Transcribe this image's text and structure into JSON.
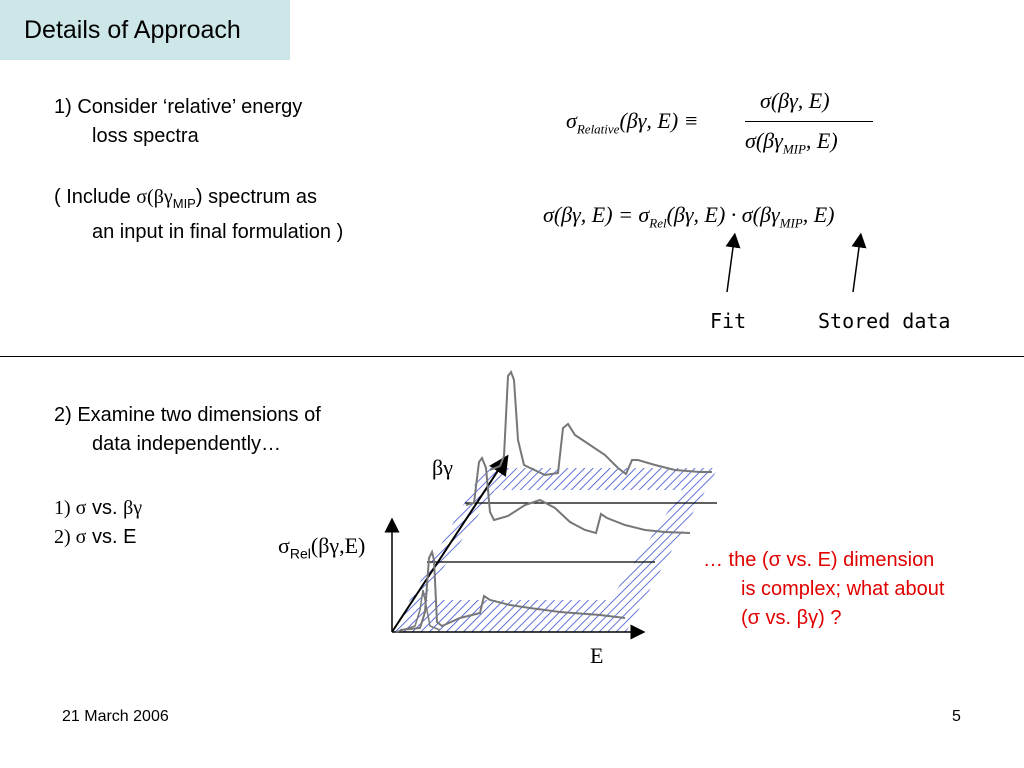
{
  "slide": {
    "title": "Details of Approach",
    "footer_date": "21 March 2006",
    "page_number": "5"
  },
  "top": {
    "point1_line1": "1) Consider ‘relative’ energy",
    "point1_line2": "loss spectra",
    "include_prefix": "( Include ",
    "include_sigma": "σ(βγ",
    "include_sub": "MIP",
    "include_suffix": ") spectrum as",
    "include_line2": "an input in final formulation )",
    "eq1_lhs_sigma": "σ",
    "eq1_lhs_sub": "Relative",
    "eq1_lhs_args": "(βγ, E) ≡",
    "eq1_num": "σ(βγ, E)",
    "eq1_den_pre": "σ(βγ",
    "eq1_den_sub": "MIP",
    "eq1_den_post": ", E)",
    "eq2_pre": "σ(βγ, E) = σ",
    "eq2_sub1": "Rel",
    "eq2_mid": "(βγ, E) · σ(βγ",
    "eq2_sub2": "MIP",
    "eq2_post": ", E)",
    "label_fit": "Fit",
    "label_stored": "Stored data"
  },
  "bottom": {
    "point2_line1": "2) Examine two dimensions of",
    "point2_line2": "data independently…",
    "item1_num": "1) ",
    "item1_sigma": "σ",
    "item1_vs": " vs. ",
    "item1_bg": "βγ",
    "item2_num": "2) ",
    "item2_sigma": "σ",
    "item2_vs": " vs. E",
    "axis_bg": "βγ",
    "axis_e": "E",
    "axis_sigma": "σ",
    "axis_sigma_sub": "Rel",
    "axis_sigma_args": "(βγ,E)",
    "note_line1": "… the (σ vs. E) dimension",
    "note_line2": "is complex; what about",
    "note_line3": "(σ vs. βγ) ?"
  },
  "colors": {
    "title_bg": "#cde6e8",
    "note_text": "#e00000",
    "hatch": "#3a4fd0",
    "curve": "#808080"
  }
}
